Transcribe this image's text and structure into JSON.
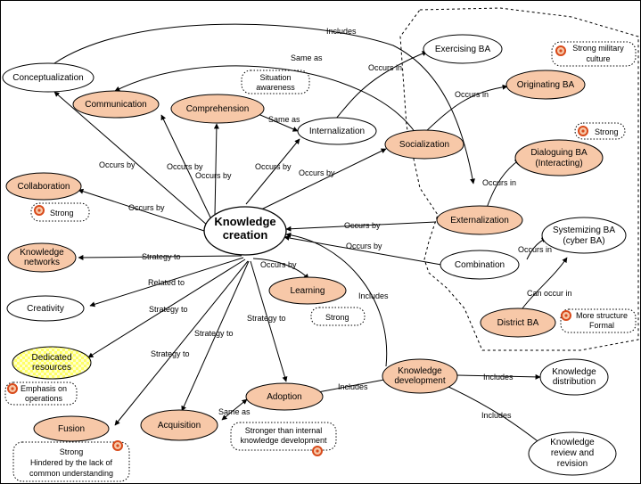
{
  "colors": {
    "salmon": "#f7c8a8",
    "yellow": "#ffff66",
    "outline": "#000000",
    "badge": "#d84a1b"
  },
  "nodes": {
    "knowledge_creation": "Knowledge creation",
    "conceptualization": "Conceptualization",
    "communication": "Communication",
    "comprehension": "Comprehension",
    "internalization": "Internalization",
    "socialization": "Socialization",
    "collaboration": "Collaboration",
    "knowledge_networks": "Knowledge networks",
    "creativity": "Creativity",
    "dedicated_resources": "Dedicated resources",
    "fusion": "Fusion",
    "acquisition": "Acquisition",
    "adoption": "Adoption",
    "learning": "Learning",
    "knowledge_development": "Knowledge development",
    "knowledge_distribution": "Knowledge distribution",
    "knowledge_review": "Knowledge review and revision",
    "externalization": "Externalization",
    "combination": "Combination",
    "exercising_ba": "Exercising BA",
    "originating_ba": "Originating BA",
    "dialoguing_ba": "Dialoguing BA (Interacting)",
    "systemizing_ba": "Systemizing BA (cyber BA)",
    "district_ba": "District BA"
  },
  "notes": {
    "situation_awareness": "Situation awareness",
    "strong_military": "Strong military culture",
    "strong_dialoguing": "Strong",
    "strong_collaboration": "Strong",
    "strong_learning": "Strong",
    "more_structure": "More structure Formal",
    "emphasis_operations": "Emphasis on operations",
    "fusion_note": "Strong Hindered by the lack of common understanding",
    "adoption_note": "Stronger than internal knowledge development"
  },
  "edges": {
    "includes_top": "Includes",
    "same_as_top": "Same as",
    "occurs_in_internal": "Occurs in",
    "occurs_in_social": "Occurs in",
    "same_as_comp": "Same as",
    "occurs_by_concept": "Occurs by",
    "occurs_by_comm": "Occurs by",
    "occurs_by_comp": "Occurs by",
    "occurs_by_internal": "Occurs by",
    "occurs_by_social": "Occurs by",
    "occurs_by_collab": "Occurs by",
    "occurs_by_extern": "Occurs by",
    "occurs_by_combin": "Occurs by",
    "occurs_in_extern": "Occurs in",
    "occurs_in_combin": "Occurs in",
    "can_occur_in": "Can occur in",
    "strategy_networks": "Strategy to",
    "related_creativity": "Related to",
    "strategy_dedicated": "Strategy to",
    "strategy_fusion": "Strategy to",
    "strategy_acquisition": "Strategy to",
    "strategy_adoption": "Strategy to",
    "occurs_by_learning": "Occurs by",
    "includes_kdev": "Includes",
    "same_as_acq": "Same as",
    "includes_adoption": "Includes",
    "includes_distribution": "Includes",
    "includes_review": "Includes"
  }
}
